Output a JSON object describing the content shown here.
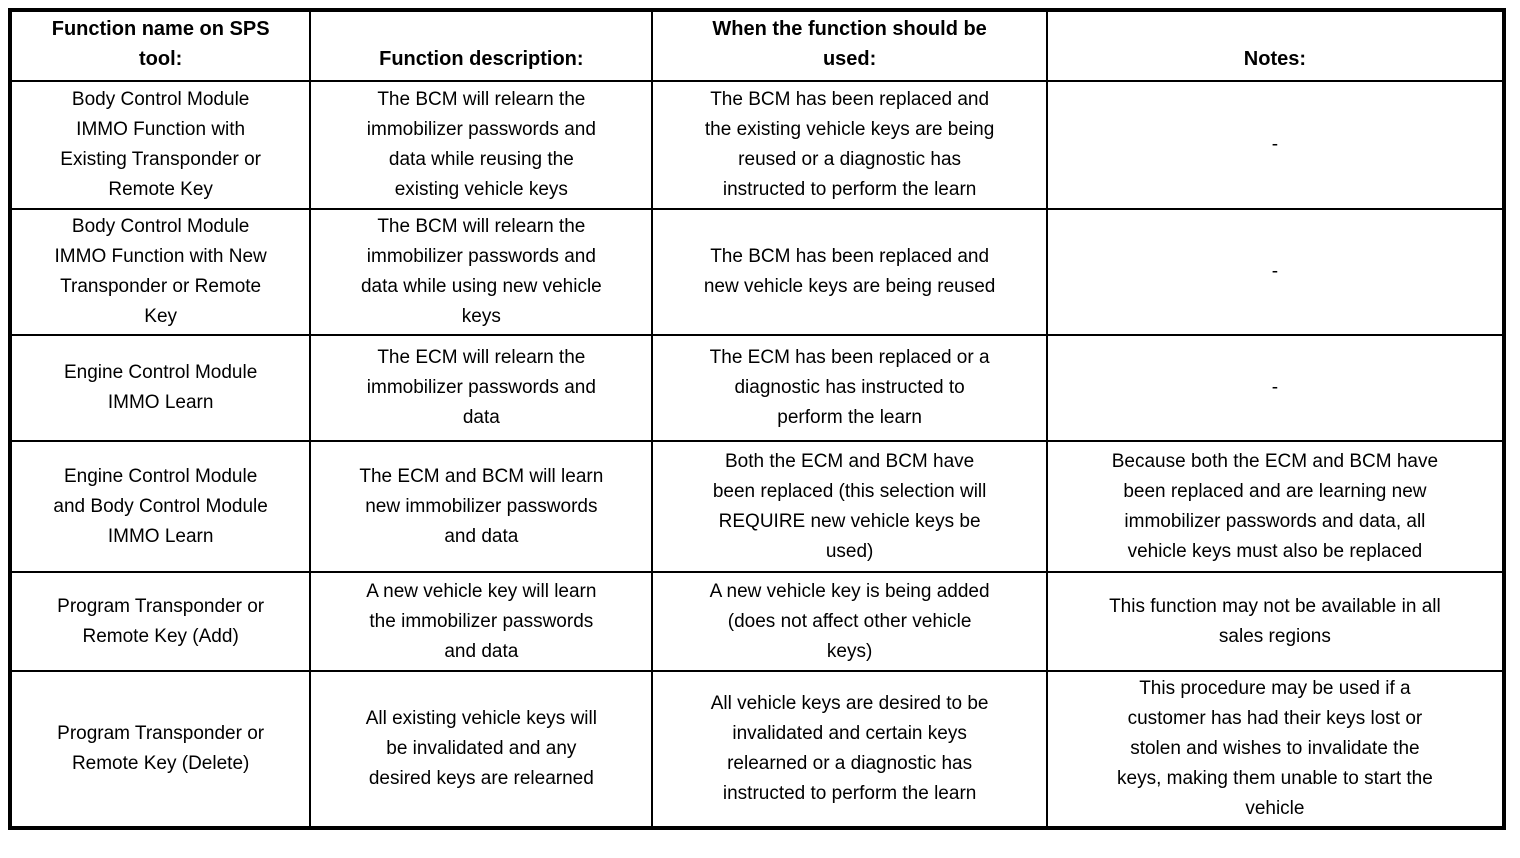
{
  "table": {
    "headers": {
      "function_name": "Function name on SPS\ntool:",
      "description": "Function description:",
      "when_used": "When the function should be\nused:",
      "notes": "Notes:"
    },
    "rows": [
      {
        "function_name": "Body Control Module\nIMMO Function with\nExisting Transponder or\nRemote Key",
        "description": "The BCM will relearn the\nimmobilizer passwords and\ndata while reusing the\nexisting vehicle keys",
        "when_used": "The BCM has been replaced and\nthe existing vehicle keys are being\nreused or a diagnostic has\ninstructed to perform the learn",
        "notes": "-"
      },
      {
        "function_name": "Body Control Module\nIMMO Function with New\nTransponder or Remote\nKey",
        "description": "The BCM will relearn the\nimmobilizer passwords and\ndata while using new vehicle\nkeys",
        "when_used": "The BCM has been replaced and\nnew vehicle keys are being reused",
        "notes": "-"
      },
      {
        "function_name": "Engine Control Module\nIMMO Learn",
        "description": "The ECM will relearn the\nimmobilizer passwords and\ndata",
        "when_used": "The ECM has been replaced or a\ndiagnostic has instructed to\nperform the learn",
        "notes": "-"
      },
      {
        "function_name": "Engine Control Module\nand Body Control Module\nIMMO Learn",
        "description": "The ECM and BCM will learn\nnew immobilizer passwords\nand data",
        "when_used": "Both the ECM and BCM have\nbeen replaced (this selection will\nREQUIRE new vehicle keys be\nused)",
        "notes": "Because both the ECM and BCM have\nbeen replaced and are learning new\nimmobilizer passwords and data, all\nvehicle keys must also be replaced"
      },
      {
        "function_name": "Program Transponder or\nRemote Key (Add)",
        "description": "A new vehicle key will learn\nthe immobilizer passwords\nand data",
        "when_used": "A new vehicle key is being added\n(does not affect other vehicle\nkeys)",
        "notes": "This function may not be available in all\nsales regions"
      },
      {
        "function_name": "Program Transponder or\nRemote Key (Delete)",
        "description": "All existing vehicle keys will\nbe invalidated and any\ndesired keys are relearned",
        "when_used": "All vehicle keys are desired to be\ninvalidated and certain keys\nrelearned or a diagnostic has\ninstructed to perform the learn",
        "notes": "This procedure may be used if a\ncustomer has had their keys lost or\nstolen and wishes to invalidate the\nkeys, making them unable to start the\nvehicle"
      }
    ]
  }
}
